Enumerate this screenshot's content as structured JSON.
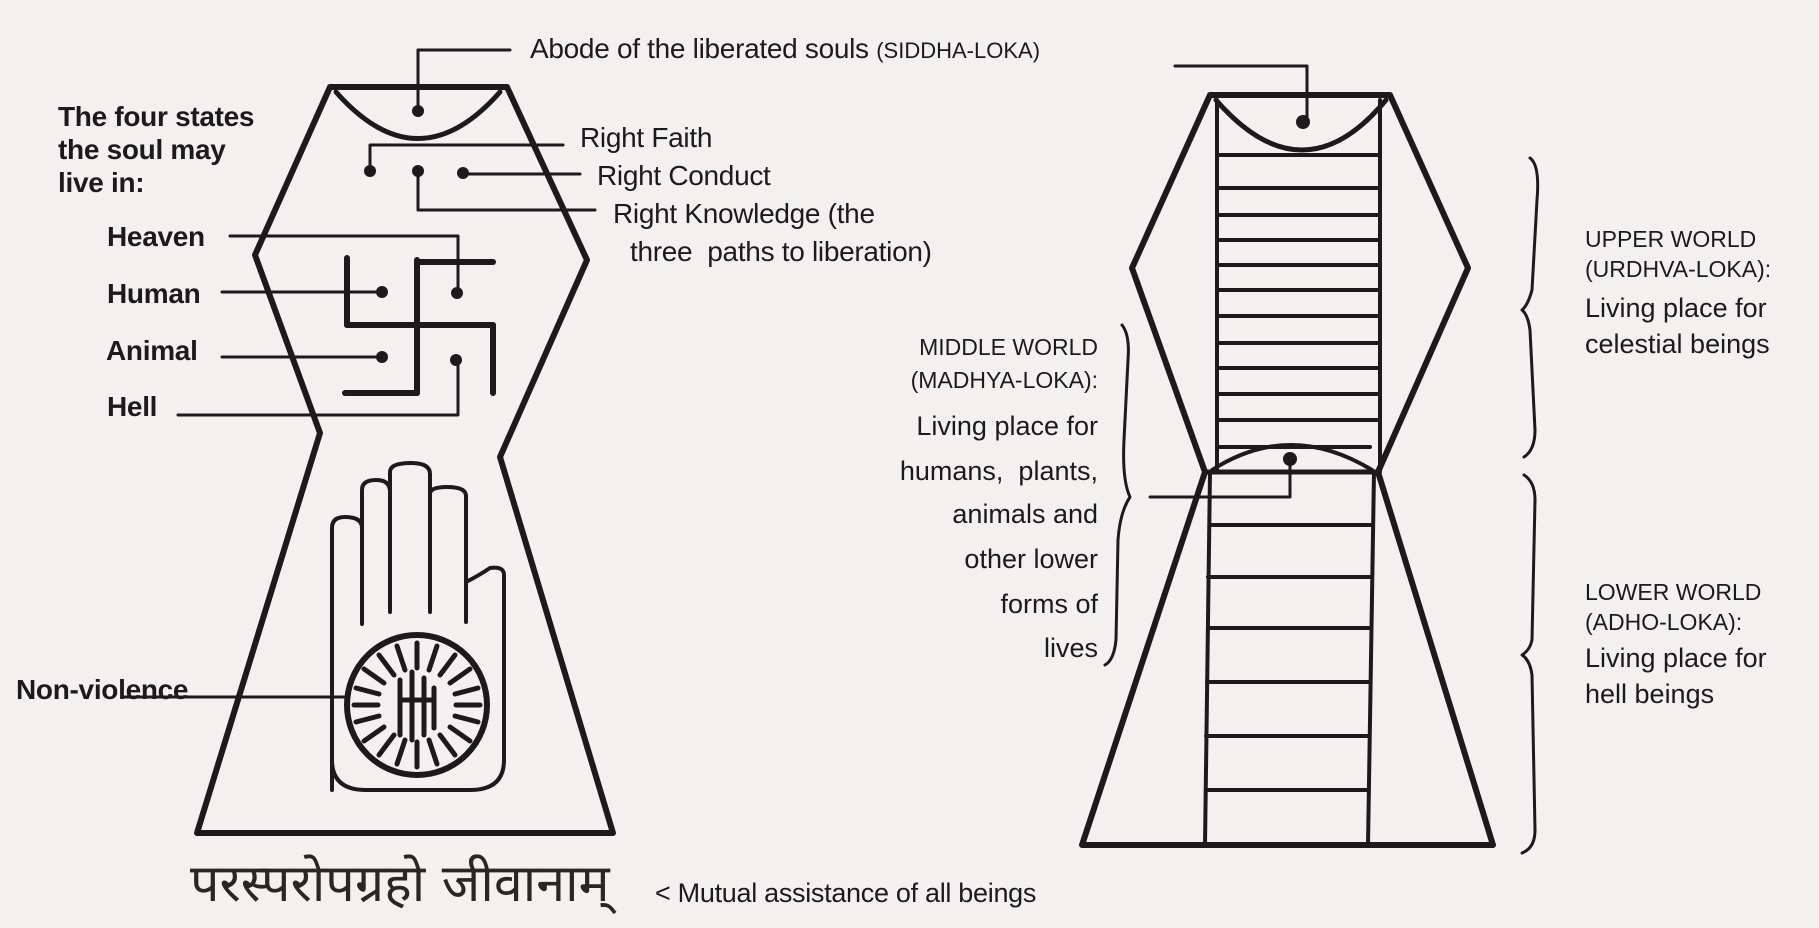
{
  "left_figure": {
    "title_lines": [
      "The four states",
      "the soul may",
      "live in:"
    ],
    "states": [
      {
        "label": "Heaven"
      },
      {
        "label": "Human"
      },
      {
        "label": "Animal"
      },
      {
        "label": "Hell"
      }
    ],
    "siddha_label": "Abode of the liberated souls",
    "siddha_label_sanskrit": "(SIDDHA-LOKA)",
    "paths": [
      {
        "label": "Right Faith"
      },
      {
        "label": "Right Conduct"
      },
      {
        "label": "Right Knowledge (the"
      }
    ],
    "paths_note": "three  paths to liberation)",
    "hand_label": "Non-violence",
    "symbols": [
      "siddha-crescent-icon",
      "three-dots-icon",
      "swastika-icon",
      "raised-hand-icon",
      "dharma-wheel-icon"
    ]
  },
  "right_figure": {
    "upper_world": {
      "title": "UPPER WORLD",
      "sanskrit": "(URDHVA-LOKA):",
      "desc_lines": [
        "Living place for",
        "celestial beings"
      ]
    },
    "middle_world": {
      "title": "MIDDLE WORLD",
      "sanskrit": "(MADHYA-LOKA):",
      "desc_lines": [
        "Living place for",
        "humans,  plants,",
        "animals and",
        "other lower",
        "forms of",
        "lives"
      ]
    },
    "lower_world": {
      "title": "LOWER WORLD",
      "sanskrit": "(ADHO-LOKA):",
      "desc_lines": [
        "Living place for",
        "hell beings"
      ]
    },
    "upper_levels": 12,
    "lower_levels": 7
  },
  "motto": {
    "devanagari": "परस्परोपग्रहो जीवानाम्",
    "translation": "< Mutual assistance of all beings"
  },
  "colors": {
    "ink": "#1c1a1a",
    "paper": "#f2f1ef"
  }
}
